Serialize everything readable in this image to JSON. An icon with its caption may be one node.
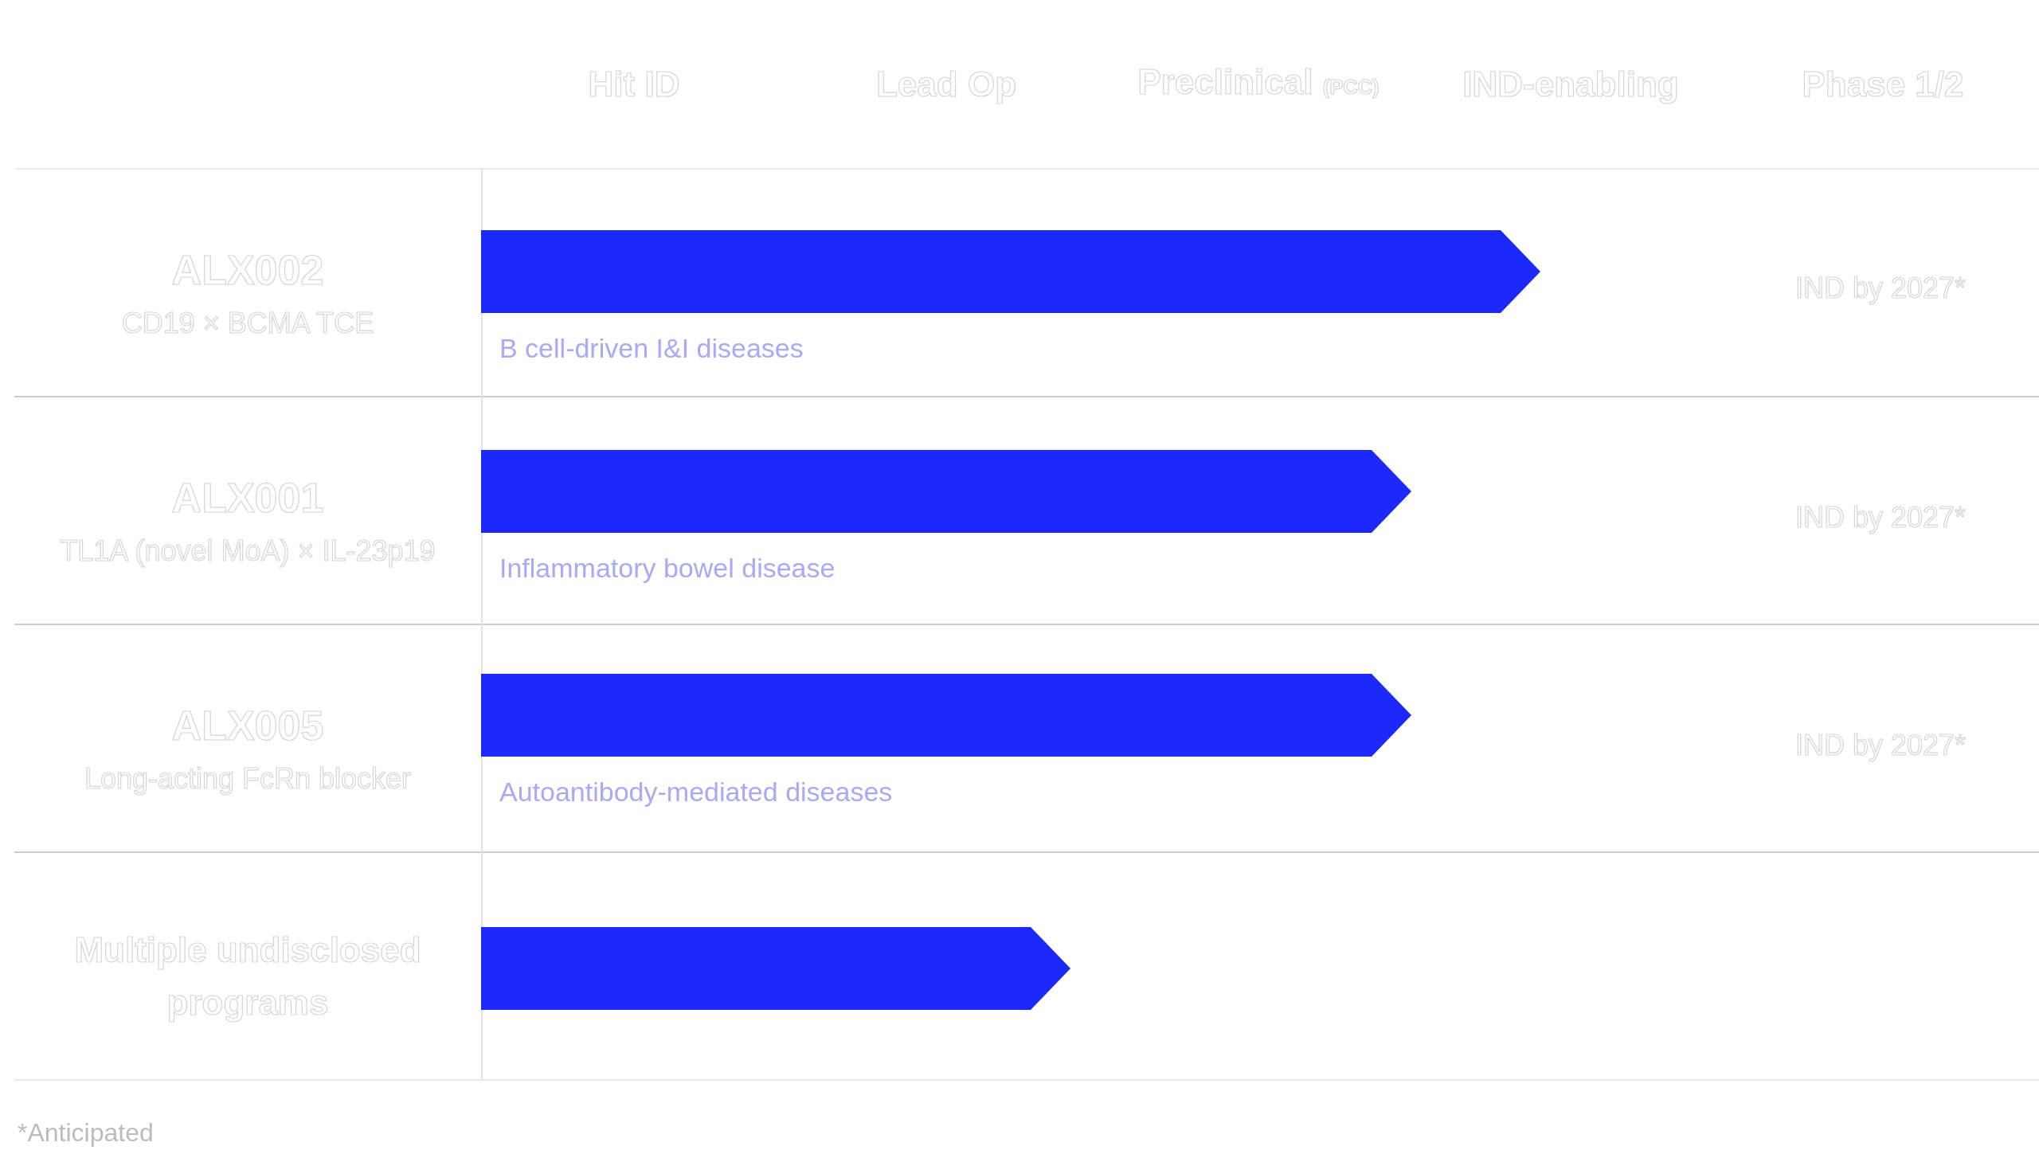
{
  "diagram": {
    "nodes": [
      {
        "text": [
          "ALX002",
          "CD19 × BCMA TCE"
        ]
      },
      {
        "text": [],
        "shape": "bar",
        "beside": [
          "B cell-driven I&I diseases"
        ]
      },
      {
        "text": [
          "ALX001",
          "TL1A (novel MoA) × IL-23p19"
        ]
      },
      {
        "text": [],
        "shape": "bar",
        "beside": [
          "Inflammatory bowel disease"
        ]
      },
      {
        "text": [
          "ALX005",
          "Long-acting FcRn blocker"
        ]
      },
      {
        "text": [],
        "shape": "bar",
        "beside": [
          "Autoantibody-mediated diseases"
        ]
      },
      {
        "text": [
          "Multiple undisclosed programs"
        ]
      },
      {
        "text": [],
        "shape": "bar"
      }
    ],
    "labels": [
      "Hit ID",
      "Lead Op",
      "Preclinical $_{(PCC)}$",
      "IND-enabling",
      "Phase 1/2",
      "IND by 2027*",
      "IND by 2027*",
      "IND by 2027*",
      "*Anticipated"
    ]
  }
}
